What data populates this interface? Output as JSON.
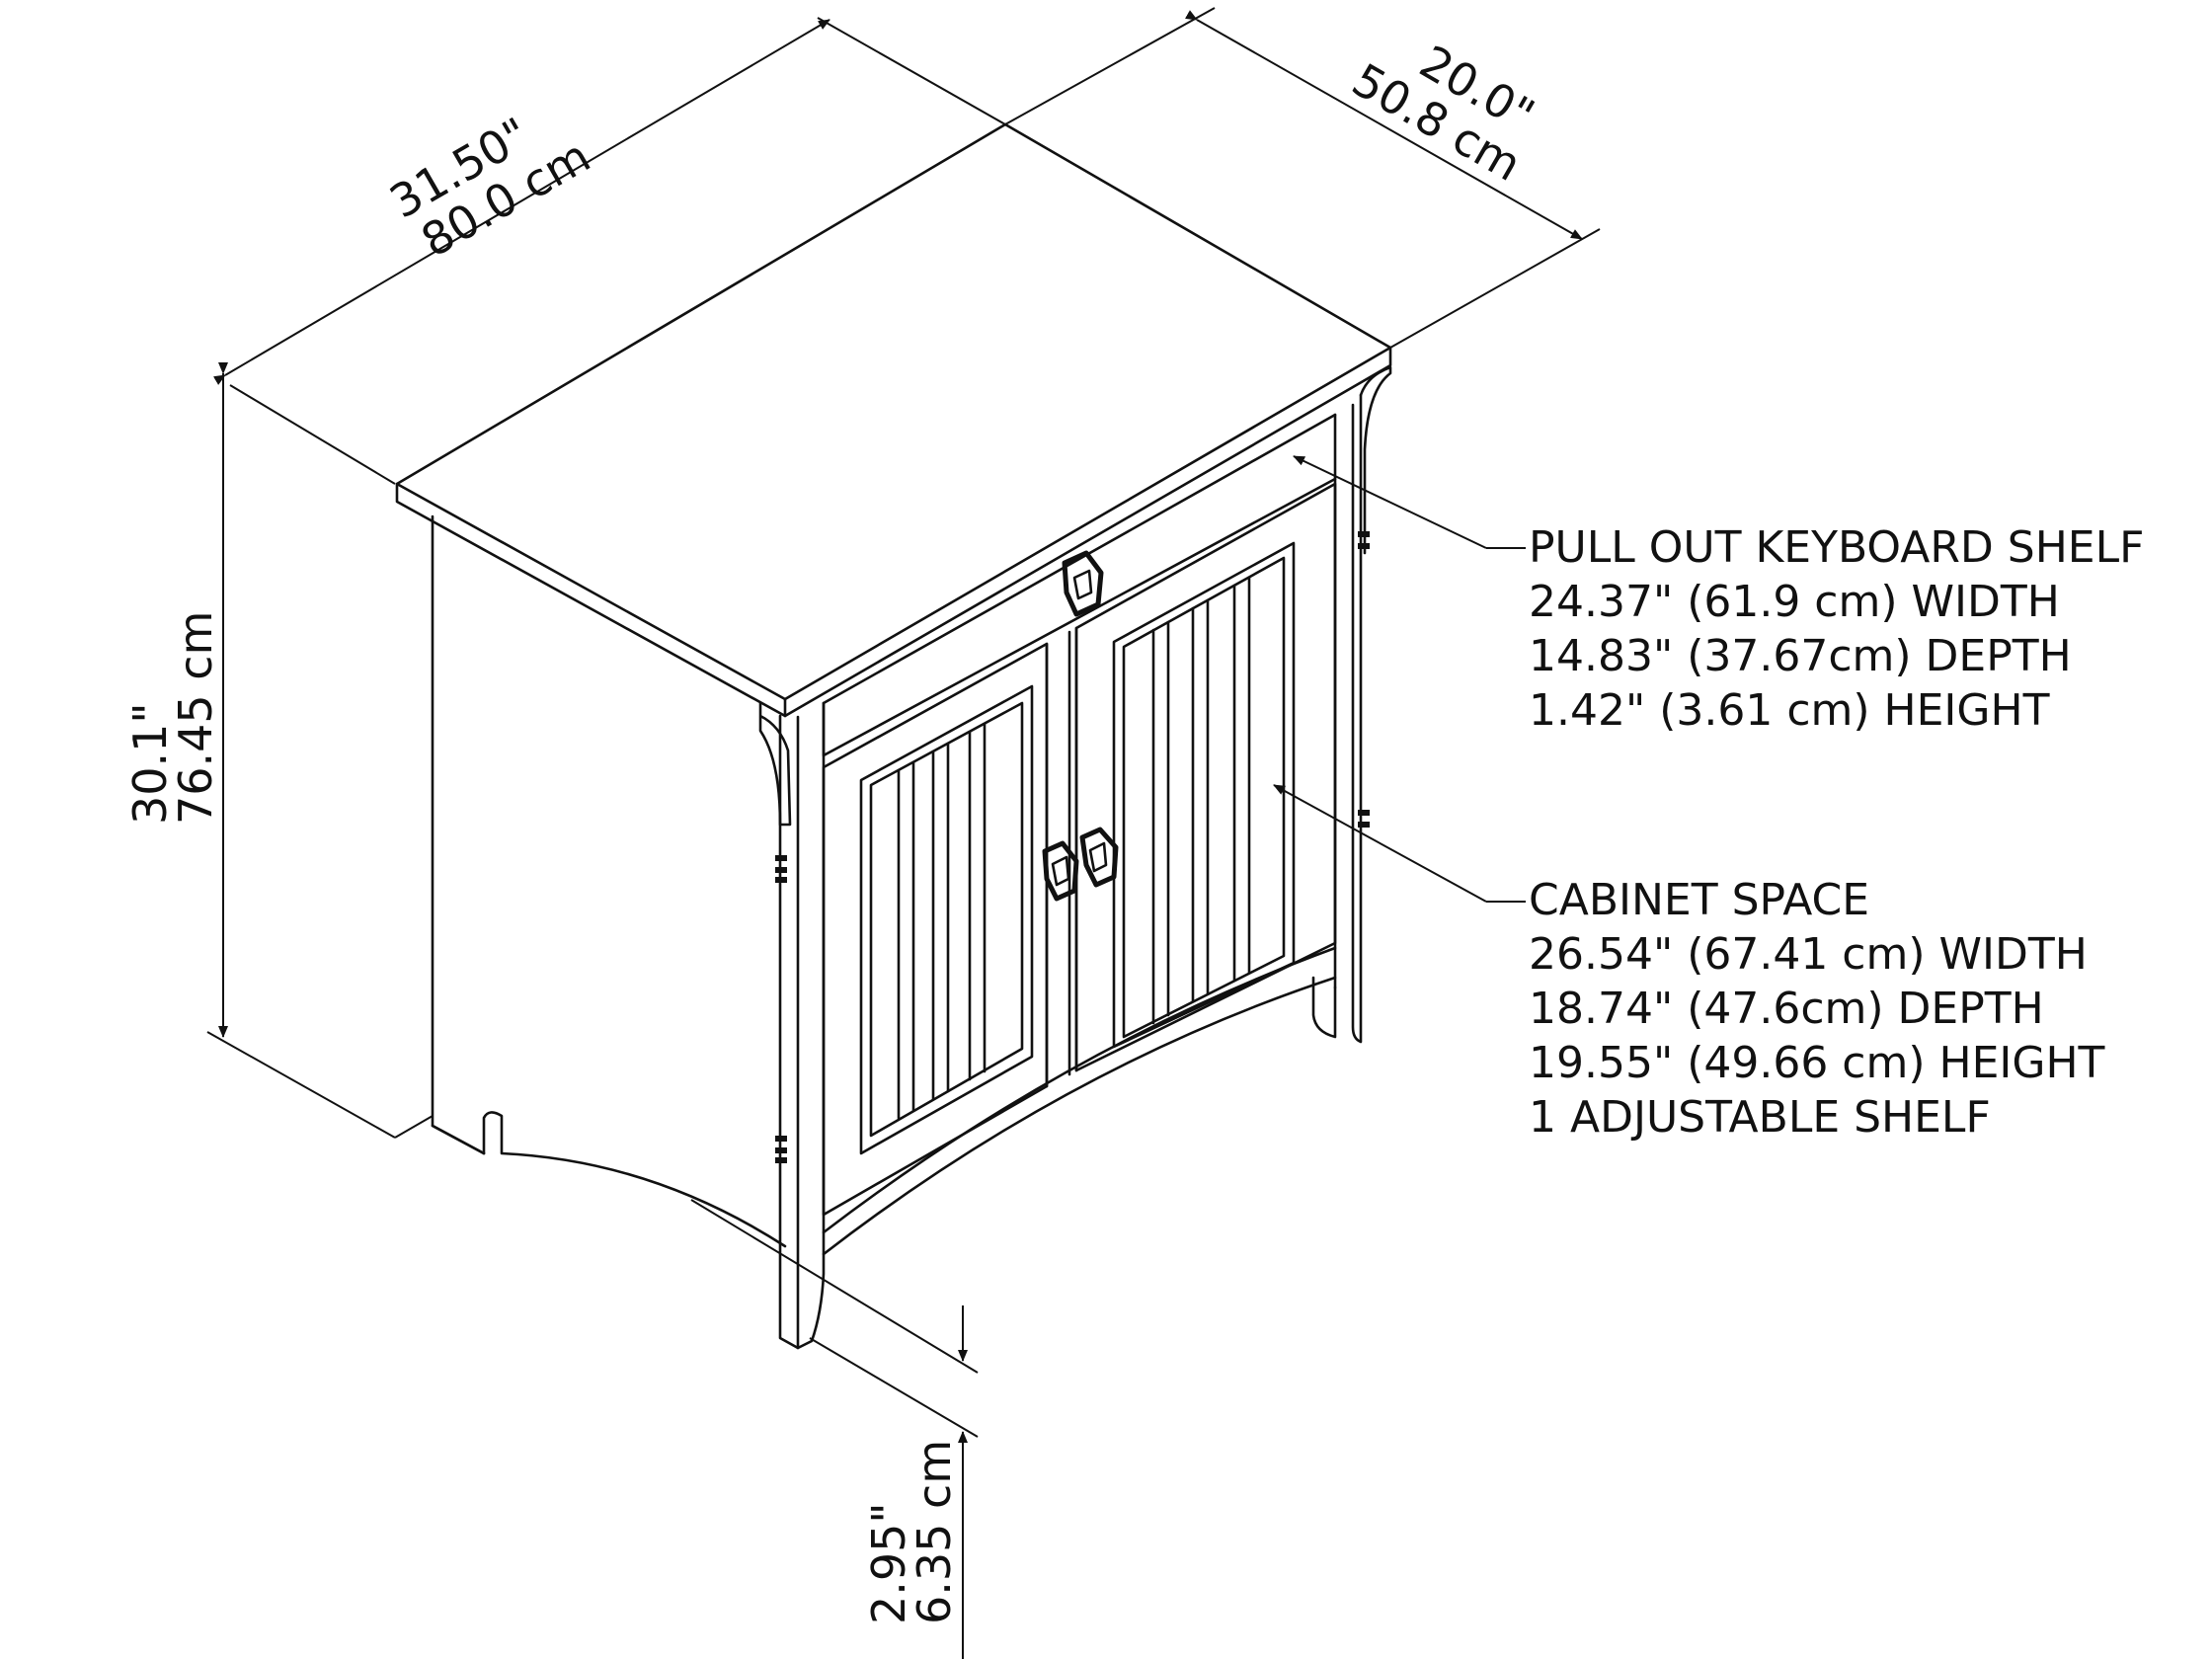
{
  "dimensions": {
    "width": {
      "imperial": "31.50\"",
      "metric": "80.0 cm"
    },
    "depth": {
      "imperial": "20.0\"",
      "metric": "50.8 cm"
    },
    "height": {
      "imperial": "30.1\"",
      "metric": "76.45 cm"
    },
    "leg_clearance": {
      "imperial": "2.95\"",
      "metric": "6.35 cm"
    }
  },
  "keyboard_shelf": {
    "title": "PULL OUT KEYBOARD SHELF",
    "width": "24.37\" (61.9 cm) WIDTH",
    "depth": "14.83\" (37.67cm) DEPTH",
    "height": "1.42\" (3.61 cm) HEIGHT"
  },
  "cabinet_space": {
    "title": "CABINET SPACE",
    "width": "26.54\" (67.41 cm) WIDTH",
    "depth": "18.74\" (47.6cm) DEPTH",
    "height": "19.55\" (49.66 cm) HEIGHT",
    "shelf": "1 ADJUSTABLE SHELF"
  }
}
